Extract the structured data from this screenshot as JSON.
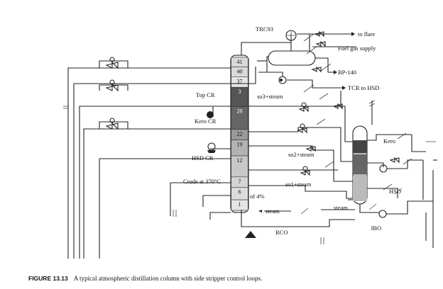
{
  "figure": {
    "number": "FIGURE 13.13",
    "caption": "A typical atmospheric distillation column with side stripper control loops."
  },
  "column": {
    "trays": [
      {
        "label": "41",
        "shade": "#d9d9d9"
      },
      {
        "label": "40",
        "shade": "#d9d9d9"
      },
      {
        "label": "37",
        "shade": "#e6e6e6"
      },
      {
        "label": "3",
        "shade": "#555555"
      },
      {
        "label": "28",
        "shade": "#666666"
      },
      {
        "label": "22",
        "shade": "#999999"
      },
      {
        "label": "19",
        "shade": "#b3b3b3"
      },
      {
        "label": "12",
        "shade": "#c8c8c8"
      },
      {
        "label": "7",
        "shade": "#d4d4d4"
      },
      {
        "label": "6",
        "shade": "#dcdcdc"
      },
      {
        "label": "1",
        "shade": "#e4e4e4"
      }
    ]
  },
  "labels": {
    "trc": "TRC93",
    "to_flare": "to flare",
    "fuel_gas": "Fuel gas supply",
    "bp": "BP-140",
    "tcr": "TCR to HSD",
    "so3": "so3+steam",
    "top_cr": "Top CR",
    "kero_cr": "Kero CR",
    "hsd_cr": "HSD CR",
    "crude": "Crude at 370°C",
    "of4": "of 4%",
    "steam_bottom": "steam",
    "rco": "RCO",
    "so2": "so2+steam",
    "so1": "so1+steam",
    "kero": "Kero",
    "hsd": "HSD",
    "steam_stripper": "steam",
    "jbo": "JBO"
  }
}
